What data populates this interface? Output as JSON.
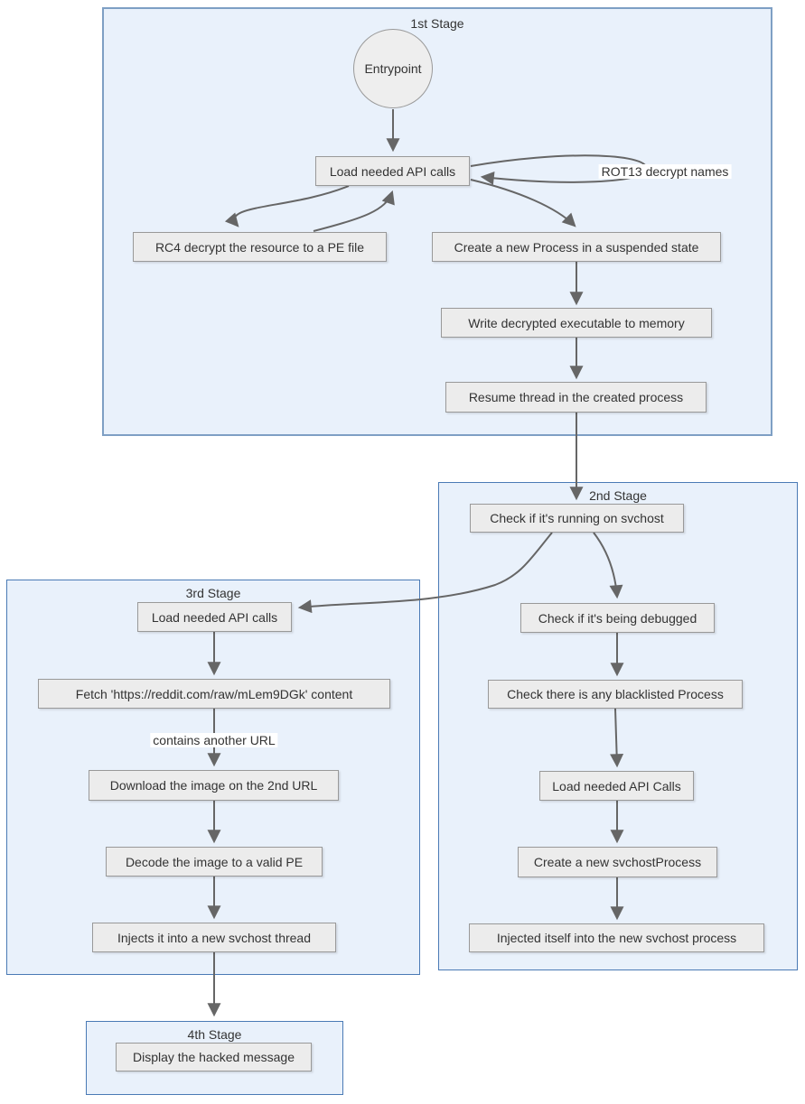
{
  "stages": {
    "s1": {
      "label": "1st Stage"
    },
    "s2": {
      "label": "2nd Stage"
    },
    "s3": {
      "label": "3rd Stage"
    },
    "s4": {
      "label": "4th Stage"
    }
  },
  "nodes": {
    "entrypoint": {
      "label": "Entrypoint"
    },
    "load_api_1": {
      "label": "Load needed API calls"
    },
    "rc4": {
      "label": "RC4 decrypt the resource to a PE file"
    },
    "create_process": {
      "label": "Create a new Process in a suspended state"
    },
    "write_memory": {
      "label": "Write decrypted executable to memory"
    },
    "resume_thread": {
      "label": "Resume thread in the created process"
    },
    "check_svchost": {
      "label": "Check if it's running on svchost"
    },
    "check_debug": {
      "label": "Check if it's being debugged"
    },
    "check_blacklist": {
      "label": "Check there is any blacklisted Process"
    },
    "load_api_2": {
      "label": "Load needed API Calls"
    },
    "create_svchost": {
      "label": "Create a new svchostProcess"
    },
    "inject_self": {
      "label": "Injected itself into the new svchost process"
    },
    "load_api_3": {
      "label": "Load needed API calls"
    },
    "fetch_url": {
      "label": "Fetch 'https://reddit.com/raw/mLem9DGk' content"
    },
    "download_image": {
      "label": "Download the image on the 2nd URL"
    },
    "decode_image": {
      "label": "Decode the image to a valid PE"
    },
    "inject_thread": {
      "label": "Injects it into a new svchost thread"
    },
    "display_message": {
      "label": "Display the hacked message"
    }
  },
  "edge_labels": {
    "rot13": {
      "label": "ROT13 decrypt names"
    },
    "contains_url": {
      "label": "contains another URL"
    }
  },
  "edges": [
    {
      "from": "entrypoint",
      "to": "load_api_1"
    },
    {
      "from": "load_api_1",
      "to": "load_api_1",
      "label": "ROT13 decrypt names"
    },
    {
      "from": "load_api_1",
      "to": "rc4"
    },
    {
      "from": "rc4",
      "to": "load_api_1"
    },
    {
      "from": "load_api_1",
      "to": "create_process"
    },
    {
      "from": "create_process",
      "to": "write_memory"
    },
    {
      "from": "write_memory",
      "to": "resume_thread"
    },
    {
      "from": "resume_thread",
      "to": "check_svchost"
    },
    {
      "from": "check_svchost",
      "to": "check_debug"
    },
    {
      "from": "check_svchost",
      "to": "load_api_3"
    },
    {
      "from": "check_debug",
      "to": "check_blacklist"
    },
    {
      "from": "check_blacklist",
      "to": "load_api_2"
    },
    {
      "from": "load_api_2",
      "to": "create_svchost"
    },
    {
      "from": "create_svchost",
      "to": "inject_self"
    },
    {
      "from": "load_api_3",
      "to": "fetch_url"
    },
    {
      "from": "fetch_url",
      "to": "download_image",
      "label": "contains another URL"
    },
    {
      "from": "download_image",
      "to": "decode_image"
    },
    {
      "from": "decode_image",
      "to": "inject_thread"
    },
    {
      "from": "inject_thread",
      "to": "stage_4"
    }
  ],
  "colors": {
    "cluster_fill": "#e9f1fb",
    "cluster_border": "#4a7ab5",
    "cluster_border_stage1": "#7e9fc4",
    "node_fill": "#ececec",
    "node_border": "#999999",
    "edge": "#666666",
    "text": "#333333",
    "edge_label_bg": "#ffffff"
  }
}
